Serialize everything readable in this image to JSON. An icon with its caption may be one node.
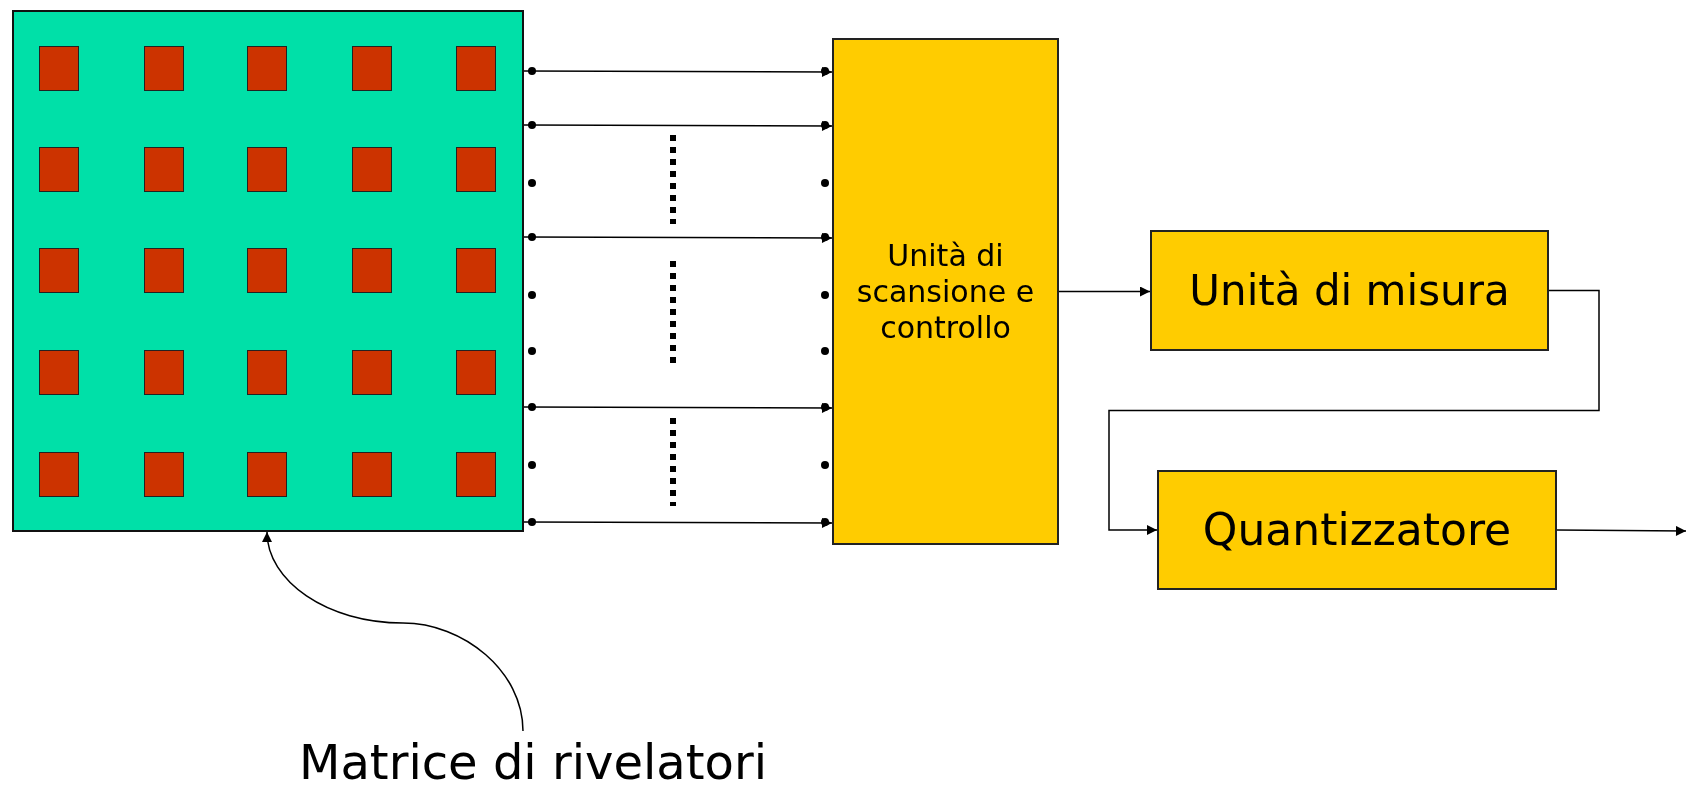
{
  "diagram": {
    "nodes": [
      {
        "text": [],
        "shape": "box"
      },
      {
        "text": [
          "Unità di scansione e controllo"
        ]
      },
      {
        "text": [
          "Unità di misura"
        ]
      },
      {
        "text": [
          "Quantizzatore"
        ]
      },
      {
        "text": [
          "Matrice di rivelatori"
        ]
      }
    ],
    "edges": [
      {
        "from": 0,
        "to": 1,
        "arrow": "to"
      },
      {
        "from": 0,
        "to": 1,
        "arrow": "to"
      },
      {
        "from": 0,
        "to": 1,
        "arrow": "to"
      },
      {
        "from": 0,
        "to": 1,
        "arrow": "to"
      },
      {
        "from": 0,
        "to": 1,
        "arrow": "to"
      },
      {
        "from": 1,
        "to": 2,
        "arrow": "to"
      },
      {
        "from": 2,
        "to": 3,
        "arrow": "to"
      },
      {
        "from": 3,
        "to": null,
        "arrow": "to"
      },
      {
        "from": 4,
        "to": 0,
        "arrow": "to"
      }
    ]
  }
}
